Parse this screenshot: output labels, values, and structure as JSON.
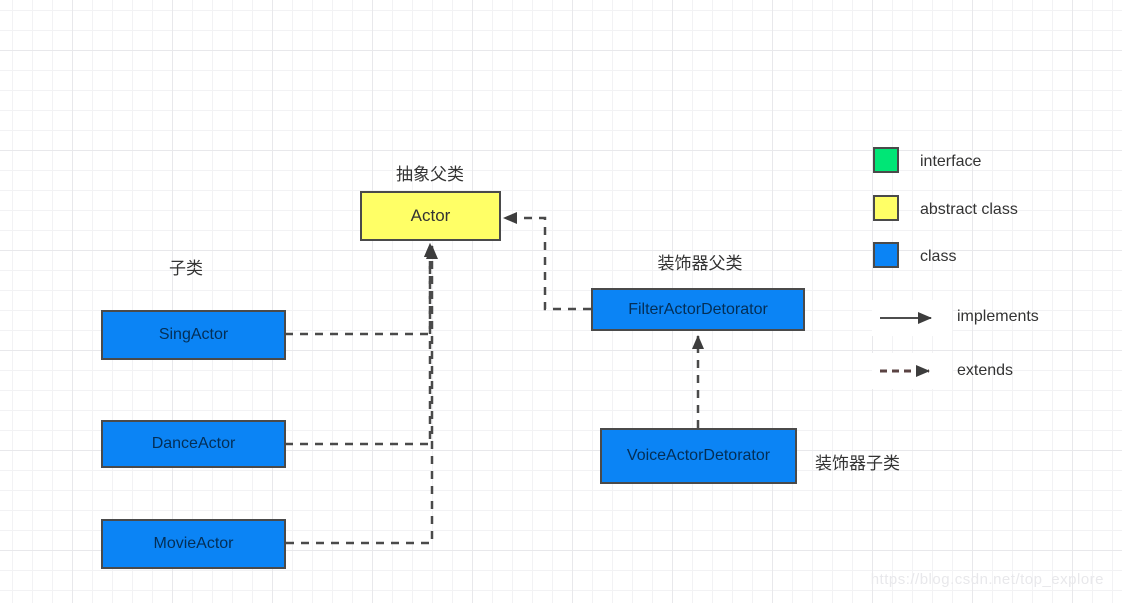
{
  "diagram": {
    "nodes": {
      "actor": {
        "label": "Actor",
        "stereotype": "abstract class"
      },
      "sing": {
        "label": "SingActor",
        "stereotype": "class"
      },
      "dance": {
        "label": "DanceActor",
        "stereotype": "class"
      },
      "movie": {
        "label": "MovieActor",
        "stereotype": "class"
      },
      "filter": {
        "label": "FilterActorDetorator",
        "stereotype": "class"
      },
      "voice": {
        "label": "VoiceActorDetorator",
        "stereotype": "class"
      }
    },
    "annotations": {
      "abstract_parent": "抽象父类",
      "subclass": "子类",
      "decorator_parent": "装饰器父类",
      "decorator_child": "装饰器子类"
    },
    "edges": [
      {
        "from": "SingActor",
        "to": "Actor",
        "type": "extends"
      },
      {
        "from": "DanceActor",
        "to": "Actor",
        "type": "extends"
      },
      {
        "from": "MovieActor",
        "to": "Actor",
        "type": "extends"
      },
      {
        "from": "FilterActorDetorator",
        "to": "Actor",
        "type": "extends"
      },
      {
        "from": "VoiceActorDetorator",
        "to": "FilterActorDetorator",
        "type": "extends"
      }
    ],
    "legend": {
      "items": [
        {
          "label": "interface",
          "color": "#00e676"
        },
        {
          "label": "abstract class",
          "color": "#ffff66"
        },
        {
          "label": "class",
          "color": "#0b84f5"
        }
      ],
      "arrows": [
        {
          "label": "implements",
          "style": "solid"
        },
        {
          "label": "extends",
          "style": "dashed"
        }
      ]
    },
    "watermark": "https://blog.csdn.net/top_explore"
  }
}
